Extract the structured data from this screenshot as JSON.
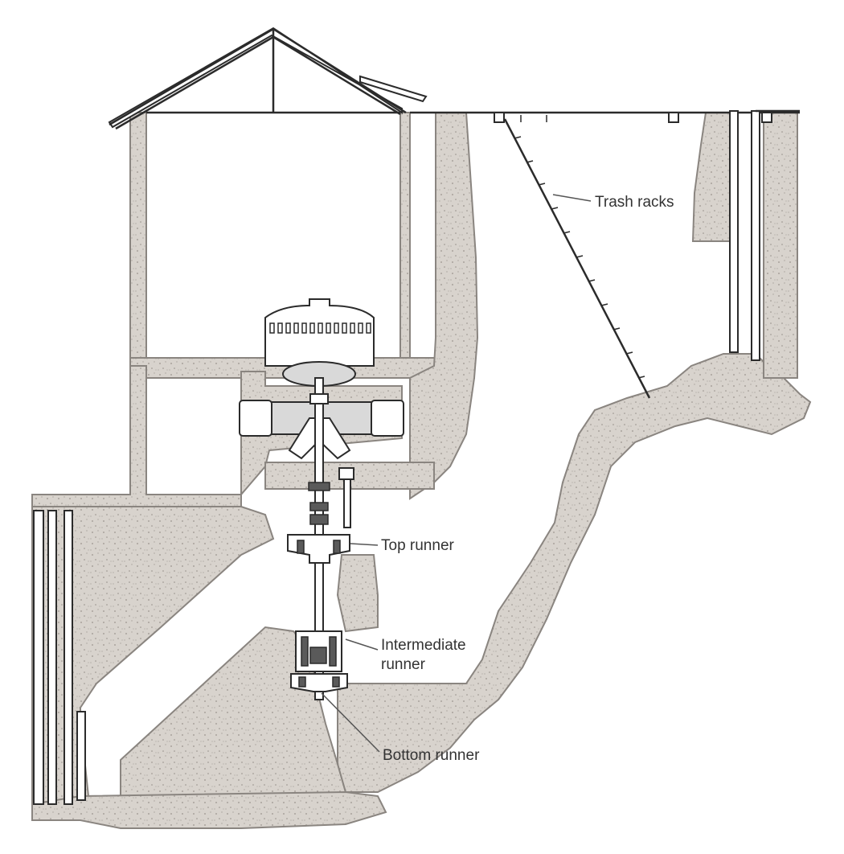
{
  "labels": {
    "trash_racks": "Trash racks",
    "top_runner": "Top runner",
    "intermediate_runner_line1": "Intermediate",
    "intermediate_runner_line2": "runner",
    "bottom_runner": "Bottom runner"
  },
  "colors": {
    "concrete": "#d8d3cd",
    "concrete_outline": "#8a8580",
    "linework": "#2b2b2b",
    "label_text": "#333333"
  }
}
